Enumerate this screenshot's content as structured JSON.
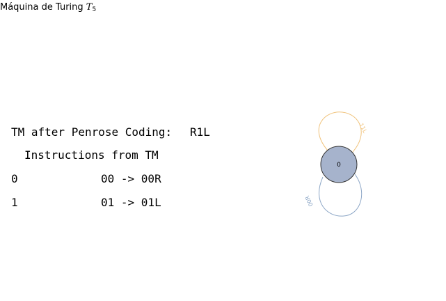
{
  "title": {
    "prefix": "Máquina de Turing ",
    "symbol": "T",
    "subscript": "5"
  },
  "coding": {
    "label": "TM after Penrose Coding:",
    "value": "R1L"
  },
  "instructions": {
    "heading": "Instructions from TM",
    "rows": [
      {
        "index": "0",
        "rule": "00 -> 00R"
      },
      {
        "index": "1",
        "rule": "01 -> 01L"
      }
    ]
  },
  "diagram": {
    "state_label": "0",
    "state_fill": "#a6b3cc",
    "top_loop_label": "11L",
    "top_loop_color": "#f0c27a",
    "bottom_loop_label": "00R",
    "bottom_loop_color": "#8ca6c6"
  }
}
